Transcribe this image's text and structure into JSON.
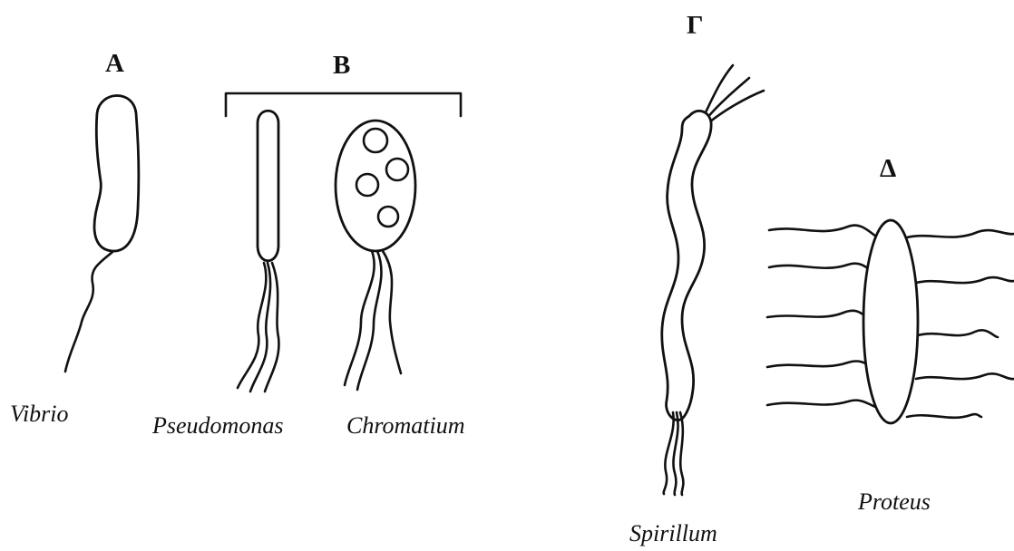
{
  "groups": [
    {
      "id": "A",
      "label": "A",
      "species": [
        "Vibrio"
      ]
    },
    {
      "id": "B",
      "label": "B",
      "species": [
        "Pseudomonas",
        "Chromatium"
      ]
    },
    {
      "id": "G",
      "label": "Γ",
      "species": [
        "Spirillum"
      ]
    },
    {
      "id": "D",
      "label": "Δ",
      "species": [
        "Proteus"
      ]
    }
  ]
}
